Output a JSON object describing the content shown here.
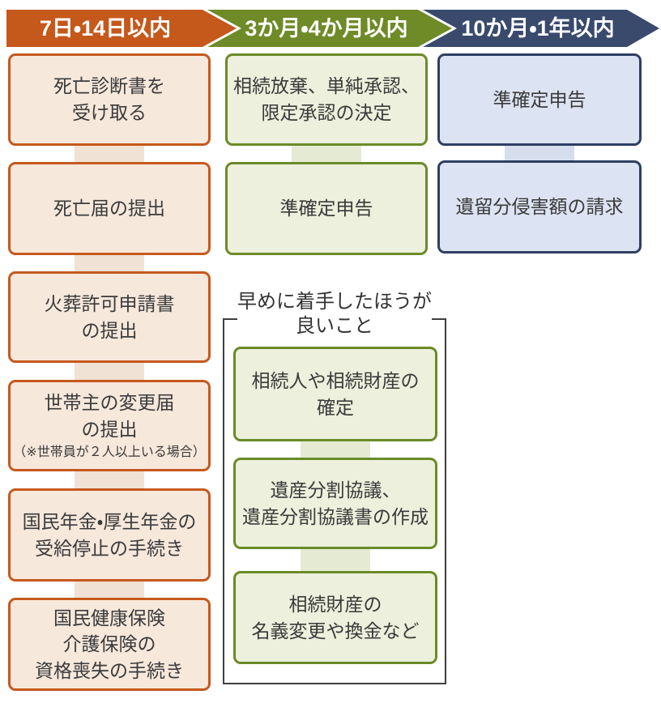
{
  "header": {
    "steps": [
      {
        "label": "7日・14日以内",
        "color": "#C5581B"
      },
      {
        "label": "3か月・4か月以内",
        "color": "#6E8B27"
      },
      {
        "label": "10か月・1年以内",
        "color": "#394A6D"
      }
    ]
  },
  "columns": [
    {
      "id": "within-7-14-days",
      "boxes": [
        {
          "text": "死亡診断書を\n受け取る"
        },
        {
          "text": "死亡届の提出"
        },
        {
          "text": "火葬許可申請書\nの提出"
        },
        {
          "text": "世帯主の変更届\nの提出",
          "note": "（※世帯員が２人以上いる場合）"
        },
        {
          "text": "国民年金・厚生年金の\n受給停止の手続き"
        },
        {
          "text": "国民健康保険\n介護保険の\n資格喪失の手続き"
        }
      ]
    },
    {
      "id": "within-3-4-months",
      "boxes": [
        {
          "text": "相続放棄、単純承認、\n限定承認の決定"
        },
        {
          "text": "準確定申告"
        }
      ]
    },
    {
      "id": "within-10-months-1-year",
      "boxes": [
        {
          "text": "準確定申告"
        },
        {
          "text": "遺留分侵害額の請求"
        }
      ]
    }
  ],
  "early_section": {
    "title": "早めに着手したほうが\n良いこと",
    "boxes": [
      {
        "text": "相続人や相続財産の\n確定"
      },
      {
        "text": "遺産分割協議、\n遺産分割協議書の作成"
      },
      {
        "text": "相続財産の\n名義変更や換金など"
      }
    ]
  },
  "colors": {
    "step1_accent": "#C5591D",
    "step1_fill": "#F7E8DC",
    "step1_connector": "#F0E2D4",
    "step2_accent": "#6C8A28",
    "step2_fill": "#ECF0DC",
    "step2_connector": "#E5EBD3",
    "step3_accent": "#2F3F63",
    "step3_fill": "#DCE3F2",
    "step3_connector": "#D6DEED",
    "arrow1": "#C5581B",
    "arrow2": "#6E8B27",
    "arrow3": "#394A6D",
    "text": "#3A3A3A",
    "header_text": "#FFFFFF",
    "group_border": "#3F3F3F"
  }
}
